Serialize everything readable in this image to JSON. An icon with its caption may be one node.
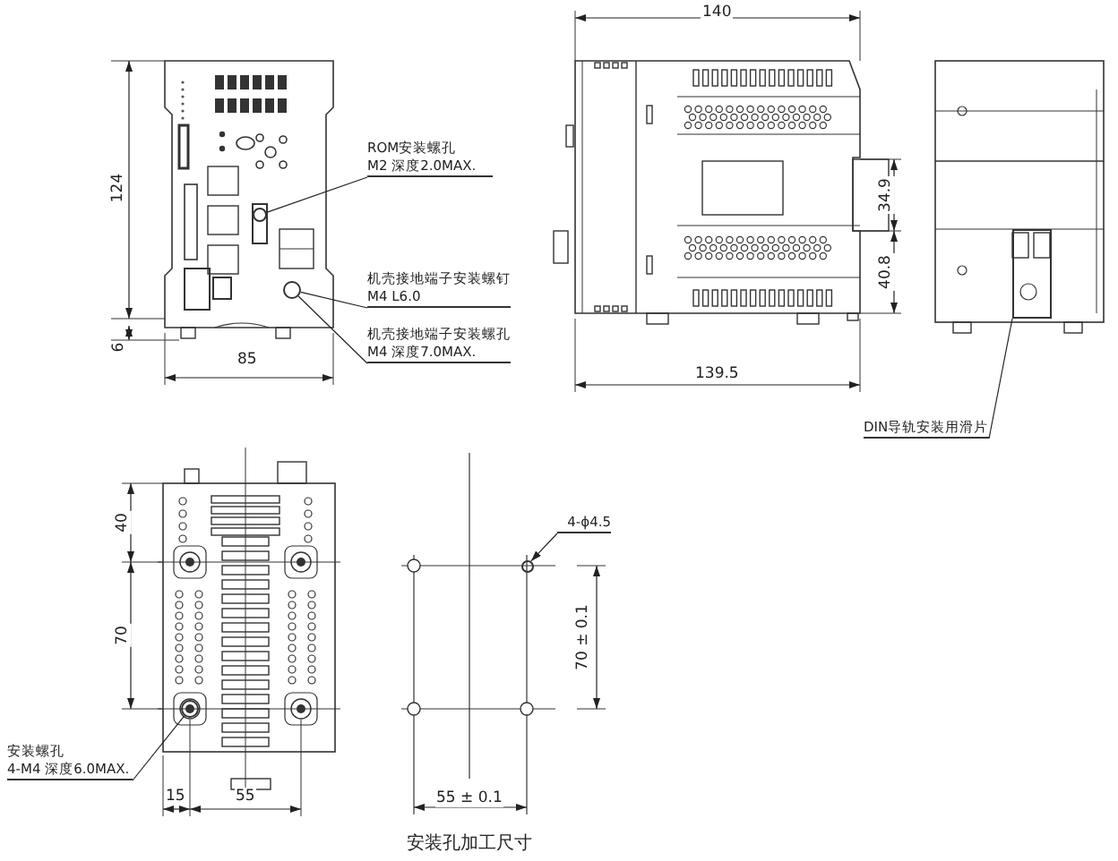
{
  "diagram": {
    "caption": "安装孔加工尺寸",
    "nodes": [
      {
        "text": [
          "ROM安装螺孔 M2 深度2.0MAX."
        ]
      },
      {
        "text": [],
        "shape": "circle"
      },
      {
        "text": [
          "机壳接地端子安装螺钉 M4 L6.0"
        ]
      },
      {
        "text": [],
        "shape": "circle"
      },
      {
        "text": [
          "机壳接地端子安装螺孔 M4 深度7.0MAX."
        ]
      },
      {
        "text": [
          "DIN导轨安装用滑片"
        ]
      },
      {
        "text": [],
        "shape": "box"
      },
      {
        "text": [
          "安装螺孔 4-M4 深度6.0MAX."
        ]
      },
      {
        "text": [],
        "shape": "circle"
      },
      {
        "text": [
          "4-ϕ4.5"
        ]
      },
      {
        "text": [],
        "shape": "circle"
      }
    ],
    "edges": [
      {
        "from": 0,
        "to": 1,
        "arrow": "none"
      },
      {
        "from": 2,
        "to": 3,
        "arrow": "none"
      },
      {
        "from": 4,
        "to": 3,
        "arrow": "none"
      },
      {
        "from": 5,
        "to": 6,
        "arrow": "none"
      },
      {
        "from": 7,
        "to": 8,
        "arrow": "none"
      },
      {
        "from": 9,
        "to": 10,
        "arrow": "to"
      }
    ],
    "labels": [
      "140",
      "124",
      "6",
      "85",
      "34.9",
      "40.8",
      "139.5",
      "40",
      "70",
      "15",
      "55",
      "70 ± 0.1",
      "55 ± 0.1"
    ]
  }
}
